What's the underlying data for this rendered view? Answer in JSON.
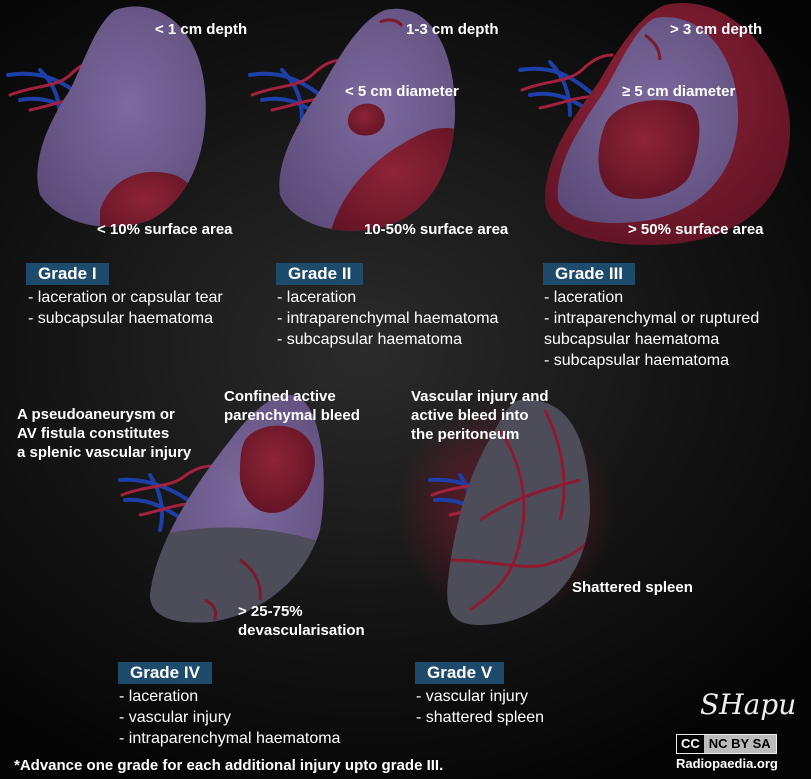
{
  "colors": {
    "spleen": "#6e5a8f",
    "haematoma": "#7a1a2c",
    "devascular": "#4d4d5a",
    "vessel_blue": "#1d3fa8",
    "vessel_red": "#a3203e",
    "badge": "#1e4a6c"
  },
  "grade1": {
    "depth": "< 1 cm depth",
    "area": "< 10% surface area",
    "badge": "Grade I",
    "items": [
      "- laceration or capsular tear",
      "- subcapsular haematoma"
    ]
  },
  "grade2": {
    "depth": "1-3 cm depth",
    "diameter": "< 5 cm diameter",
    "area": "10-50% surface area",
    "badge": "Grade II",
    "items": [
      "- laceration",
      "- intraparenchymal haematoma",
      "- subcapsular haematoma"
    ]
  },
  "grade3": {
    "depth": "> 3 cm depth",
    "diameter": "≥ 5 cm diameter",
    "area": "> 50% surface area",
    "badge": "Grade III",
    "items": [
      "- laceration",
      "- intraparenchymal or ruptured",
      "subcapsular haematoma",
      "- subcapsular haematoma"
    ]
  },
  "grade4": {
    "note": [
      "A pseudoaneurysm or",
      "AV fistula constitutes",
      "a splenic vascular injury"
    ],
    "bleed": [
      "Confined active",
      "parenchymal bleed"
    ],
    "devasc": [
      "> 25-75%",
      "devascularisation"
    ],
    "badge": "Grade IV",
    "items": [
      "- laceration",
      "- vascular injury",
      "- intraparenchymal haematoma"
    ]
  },
  "grade5": {
    "bleed": [
      "Vascular injury and",
      "active bleed into",
      "the peritoneum"
    ],
    "shattered": "Shattered spleen",
    "badge": "Grade V",
    "items": [
      "- vascular injury",
      "- shattered spleen"
    ]
  },
  "footnote": "*Advance one grade for each additional injury upto grade III.",
  "signature": "SHapu",
  "license": {
    "cc": "CC",
    "terms": "NC BY SA"
  },
  "site": "Radiopaedia.org"
}
